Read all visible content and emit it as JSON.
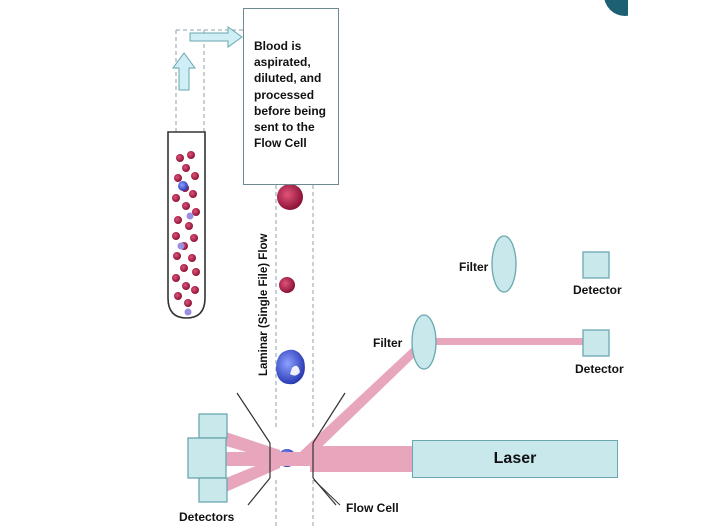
{
  "diagram": {
    "process_box_text": "Blood is\naspirated,\ndiluted, and\nprocessed\nbefore being\nsent to the\nFlow Cell",
    "laminar_flow_label": "Laminar (Single File) Flow",
    "labels": {
      "filter_upper": "Filter",
      "filter_lower": "Filter",
      "detector_upper": "Detector",
      "detector_lower": "Detector",
      "laser": "Laser",
      "flow_cell": "Flow Cell",
      "detectors": "Detectors"
    },
    "colors": {
      "box_fill": "#c8e8ec",
      "box_stroke": "#6aa7b0",
      "beam": "#e8a6bd",
      "red_cell": "#b32147",
      "white_cell": "#3a4fc8",
      "arrow": "#cfeef5"
    }
  }
}
